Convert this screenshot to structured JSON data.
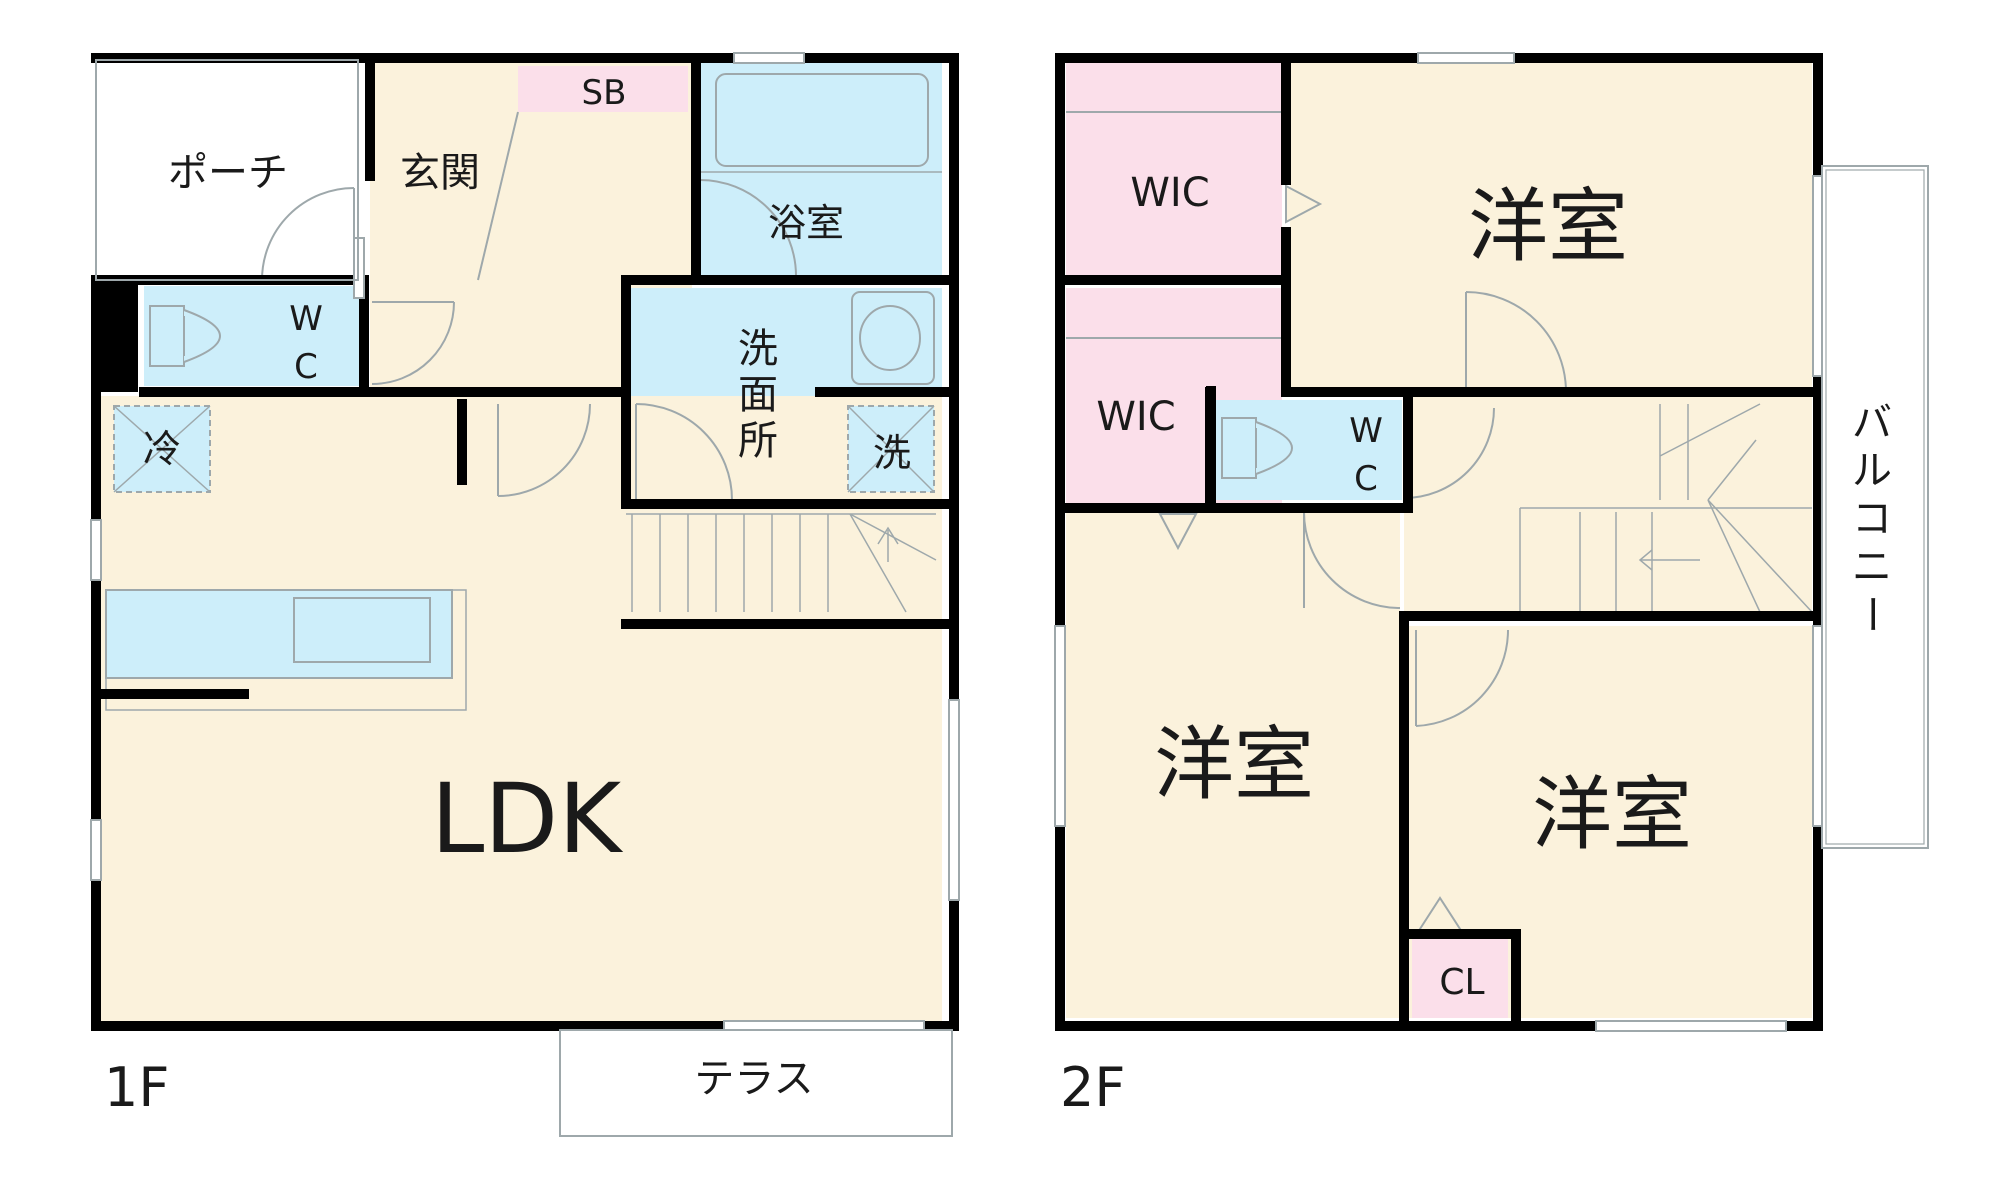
{
  "colors": {
    "room": "#fbf2dc",
    "wet": "#cdeefa",
    "storage": "#fbdfea",
    "wall": "#000000",
    "fixture": "#9ea8ab"
  },
  "floor1": {
    "label": "1F",
    "porch": "ポーチ",
    "entrance": "玄関",
    "shoebox": "SB",
    "bath": "浴室",
    "wc_w": "W",
    "wc_c": "C",
    "washroom_1": "洗",
    "washroom_2": "面",
    "washroom_3": "所",
    "fridge": "冷",
    "washer": "洗",
    "ldk": "LDK",
    "terrace": "テラス"
  },
  "floor2": {
    "label": "2F",
    "wic_upper": "WIC",
    "wic_lower": "WIC",
    "room_north": "洋室",
    "room_west": "洋室",
    "room_east": "洋室",
    "wc_w": "W",
    "wc_c": "C",
    "closet": "CL",
    "balcony_1": "バ",
    "balcony_2": "ル",
    "balcony_3": "コ",
    "balcony_4": "ニ",
    "balcony_5": "ー"
  }
}
